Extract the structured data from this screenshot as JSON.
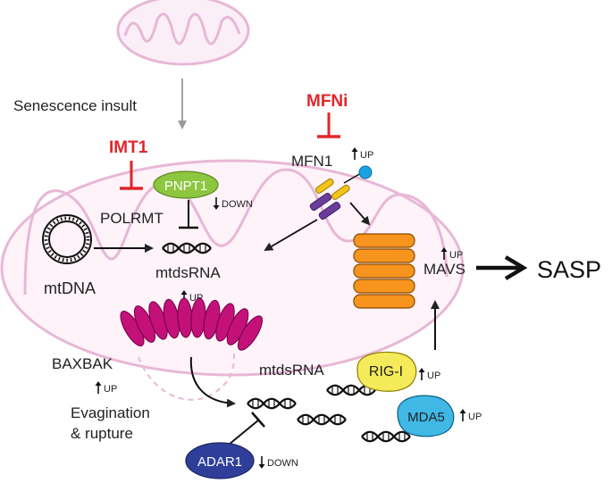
{
  "labels": {
    "senescence": "Senescence insult",
    "imt1": "IMT1",
    "mfni": "MFNi",
    "mfn1": "MFN1",
    "up": "UP",
    "down": "DOWN",
    "pnpt1": "PNPT1",
    "polrmt": "POLRMT",
    "mtdna": "mtDNA",
    "mtdsrna_inside": "mtdsRNA",
    "mtdsrna_outside": "mtdsRNA",
    "mavs": "MAVS",
    "sasp": "SASP",
    "baxbak": "BAXBAK",
    "evagination_line1": "Evagination",
    "evagination_line2": "& rupture",
    "rigi": "RIG-I",
    "mda5": "MDA5",
    "adar1": "ADAR1"
  },
  "colors": {
    "inhibitor": "#e0262b",
    "mito_membrane": "#e8b7d6",
    "mito_fill": "#fbeff7",
    "pnpt1": "#8dc63f",
    "mavs": "#f7941d",
    "baxbak": "#c4117a",
    "rigi": "#f5ea5a",
    "mda5": "#3fb8e6",
    "adar1": "#2f3f99",
    "mfn1_purple": "#6a3d9a",
    "mfn1_yellow": "#f2c318",
    "mfn1_ball": "#1ba1e2"
  },
  "icons": [
    "mitochondrion-icon",
    "dna-helix-icon",
    "arrow-up-icon",
    "arrow-down-icon",
    "inhibition-bar-icon"
  ]
}
